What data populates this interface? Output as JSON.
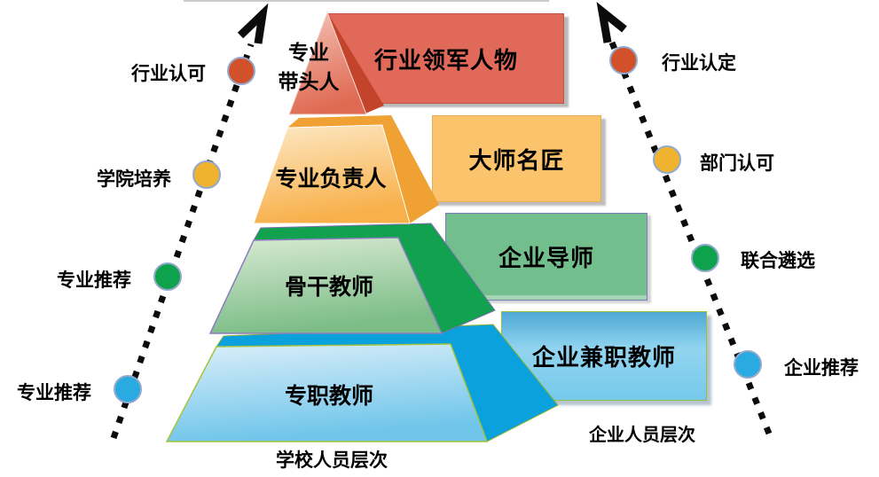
{
  "diagram": {
    "captions": {
      "school": "学校人员层次",
      "enterprise": "企业人员层次"
    },
    "levels": [
      {
        "pyramid_label": "专业\n带头人",
        "box_label": "行业领军人物",
        "left_label": "行业认可",
        "right_label": "行业认定",
        "dot_color": "#D2512B",
        "side_color": "#C3432B",
        "front_light": "#F4C3B8",
        "front_dark": "#DF6A52",
        "box_color": "#E0695A"
      },
      {
        "pyramid_label": "专业负责人",
        "box_label": "大师名匠",
        "left_label": "学院培养",
        "right_label": "部门认可",
        "dot_color": "#EFB32F",
        "side_color": "#EFA133",
        "front_light": "#FDE9C6",
        "front_dark": "#F8B04A",
        "box_color": "#FBC36B"
      },
      {
        "pyramid_label": "骨干教师",
        "box_label": "企业导师",
        "left_label": "专业推荐",
        "right_label": "联合遴选",
        "dot_color": "#0EA24D",
        "side_color": "#12A24F",
        "front_light": "#DAEBD4",
        "front_dark": "#7CBD88",
        "box_color": "#72BE8D"
      },
      {
        "pyramid_label": "专职教师",
        "box_label": "企业兼职教师",
        "left_label": "专业推荐",
        "right_label": "企业推荐",
        "dot_color": "#29ABE2",
        "side_color": "#0BA1DC",
        "front_light": "#DCEFFA",
        "front_dark": "#6FC5EA",
        "box_color": "#63C2E9"
      }
    ]
  }
}
